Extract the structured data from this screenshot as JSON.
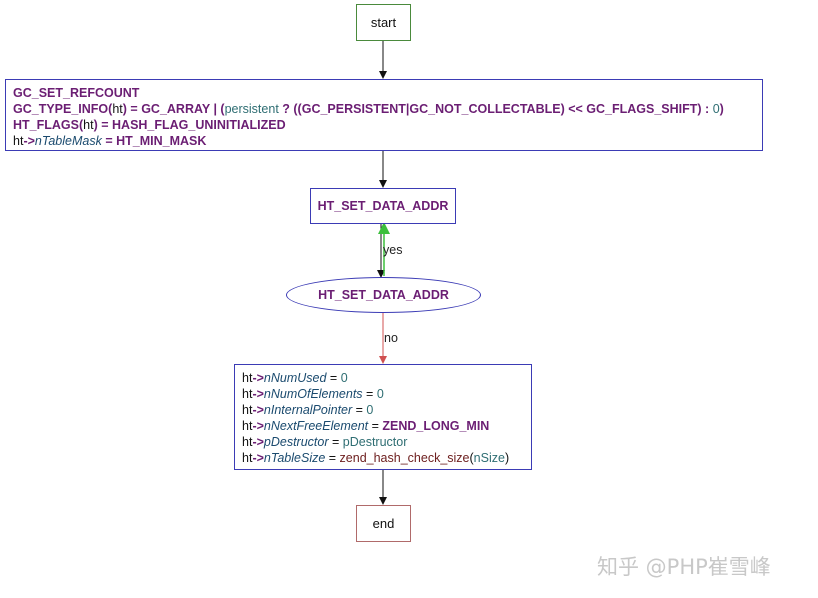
{
  "start": {
    "label": "start"
  },
  "end": {
    "label": "end"
  },
  "box1": {
    "line1": {
      "t1": "GC_SET_REFCOUNT"
    },
    "line2": {
      "t1": "GC_TYPE_INFO",
      "t2": "(",
      "t3": "ht",
      "t4": ") = ",
      "t5": "GC_ARRAY",
      "t6": " | (",
      "t7": "persistent",
      "t8": " ? ((",
      "t9": "GC_PERSISTENT",
      "t10": "|",
      "t11": "GC_NOT_COLLECTABLE",
      "t12": ") << ",
      "t13": "GC_FLAGS_SHIFT",
      "t14": ") : ",
      "t15": "0",
      "t16": ")"
    },
    "line3": {
      "t1": "HT_FLAGS",
      "t2": "(",
      "t3": "ht",
      "t4": ") = ",
      "t5": "HASH_FLAG_UNINITIALIZED"
    },
    "line4": {
      "t1": "ht",
      "t2": "->",
      "t3": "nTableMask",
      "t4": " = ",
      "t5": "HT_MIN_MASK"
    }
  },
  "box2": {
    "label": "HT_SET_DATA_ADDR"
  },
  "decision": {
    "label": "HT_SET_DATA_ADDR"
  },
  "edges": {
    "yes": "yes",
    "no": "no"
  },
  "box3": {
    "line1": {
      "t1": "ht",
      "t2": "->",
      "t3": "nNumUsed",
      "t4": " = ",
      "t5": "0"
    },
    "line2": {
      "t1": "ht",
      "t2": "->",
      "t3": "nNumOfElements",
      "t4": " = ",
      "t5": "0"
    },
    "line3": {
      "t1": "ht",
      "t2": "->",
      "t3": "nInternalPointer",
      "t4": " = ",
      "t5": "0"
    },
    "line4": {
      "t1": "ht",
      "t2": "->",
      "t3": "nNextFreeElement",
      "t4": " = ",
      "t5": "ZEND_LONG_MIN"
    },
    "line5": {
      "t1": "ht",
      "t2": "->",
      "t3": "pDestructor",
      "t4": " = ",
      "t5": "pDestructor"
    },
    "line6": {
      "t1": "ht",
      "t2": "->",
      "t3": "nTableSize",
      "t4": " = ",
      "t5": "zend_hash_check_size",
      "t6": "(",
      "t7": "nSize",
      "t8": ")"
    }
  },
  "colors": {
    "yes_edge": "#3cbf3c",
    "no_edge": "#d05050",
    "box_border": "#3b3bb5",
    "keyword": "#6b1e73"
  },
  "watermark": {
    "text": "知乎 @PHP崔雪峰"
  }
}
